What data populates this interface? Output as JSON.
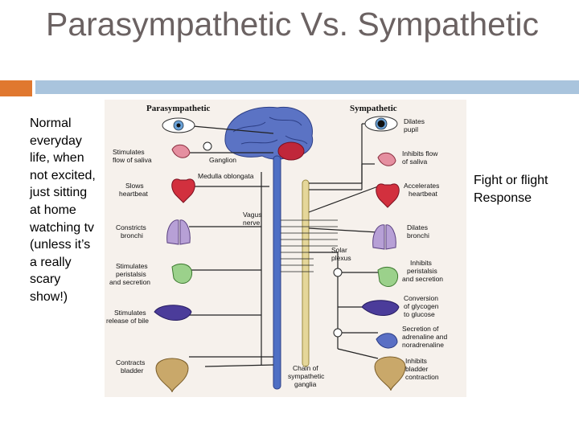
{
  "slide": {
    "title": "Parasympathetic Vs. Sympathetic",
    "left_text": "Normal everyday life, when not excited, just sitting at home watching tv (unless it’s a really scary show!)",
    "right_text": "Fight or flight Response",
    "accent_color": "#e0782f",
    "rule_color": "#a9c4dd"
  },
  "diagram": {
    "headers": {
      "left": "Parasympathetic",
      "right": "Sympathetic"
    },
    "center_labels": {
      "ganglion": "Ganglion",
      "medulla": "Medulla oblongata",
      "vagus_1": "Vagus",
      "vagus_2": "nerve",
      "solar_1": "Solar",
      "solar_2": "plexus",
      "chain_1": "Chain of",
      "chain_2": "sympathetic",
      "chain_3": "ganglia"
    },
    "left_labels": {
      "saliva_1": "Stimulates",
      "saliva_2": "flow of saliva",
      "heart_1": "Slows",
      "heart_2": "heartbeat",
      "lungs_1": "Constricts",
      "lungs_2": "bronchi",
      "stomach_1": "Stimulates",
      "stomach_2": "peristalsis",
      "stomach_3": "and secretion",
      "liver_1": "Stimulates",
      "liver_2": "release of bile",
      "bladder_1": "Contracts",
      "bladder_2": "bladder"
    },
    "right_labels": {
      "pupil_1": "Dilates",
      "pupil_2": "pupil",
      "saliva_1": "Inhibits flow",
      "saliva_2": "of saliva",
      "heart_1": "Accelerates",
      "heart_2": "heartbeat",
      "lungs_1": "Dilates",
      "lungs_2": "bronchi",
      "stomach_1": "Inhibits",
      "stomach_2": "peristalsis",
      "stomach_3": "and secretion",
      "liver_1": "Conversion",
      "liver_2": "of glycogen",
      "liver_3": "to glucose",
      "adrenal_1": "Secretion of",
      "adrenal_2": "adrenaline and",
      "adrenal_3": "noradrenaline",
      "bladder_1": "Inhibits",
      "bladder_2": "bladder",
      "bladder_3": "contraction"
    }
  }
}
